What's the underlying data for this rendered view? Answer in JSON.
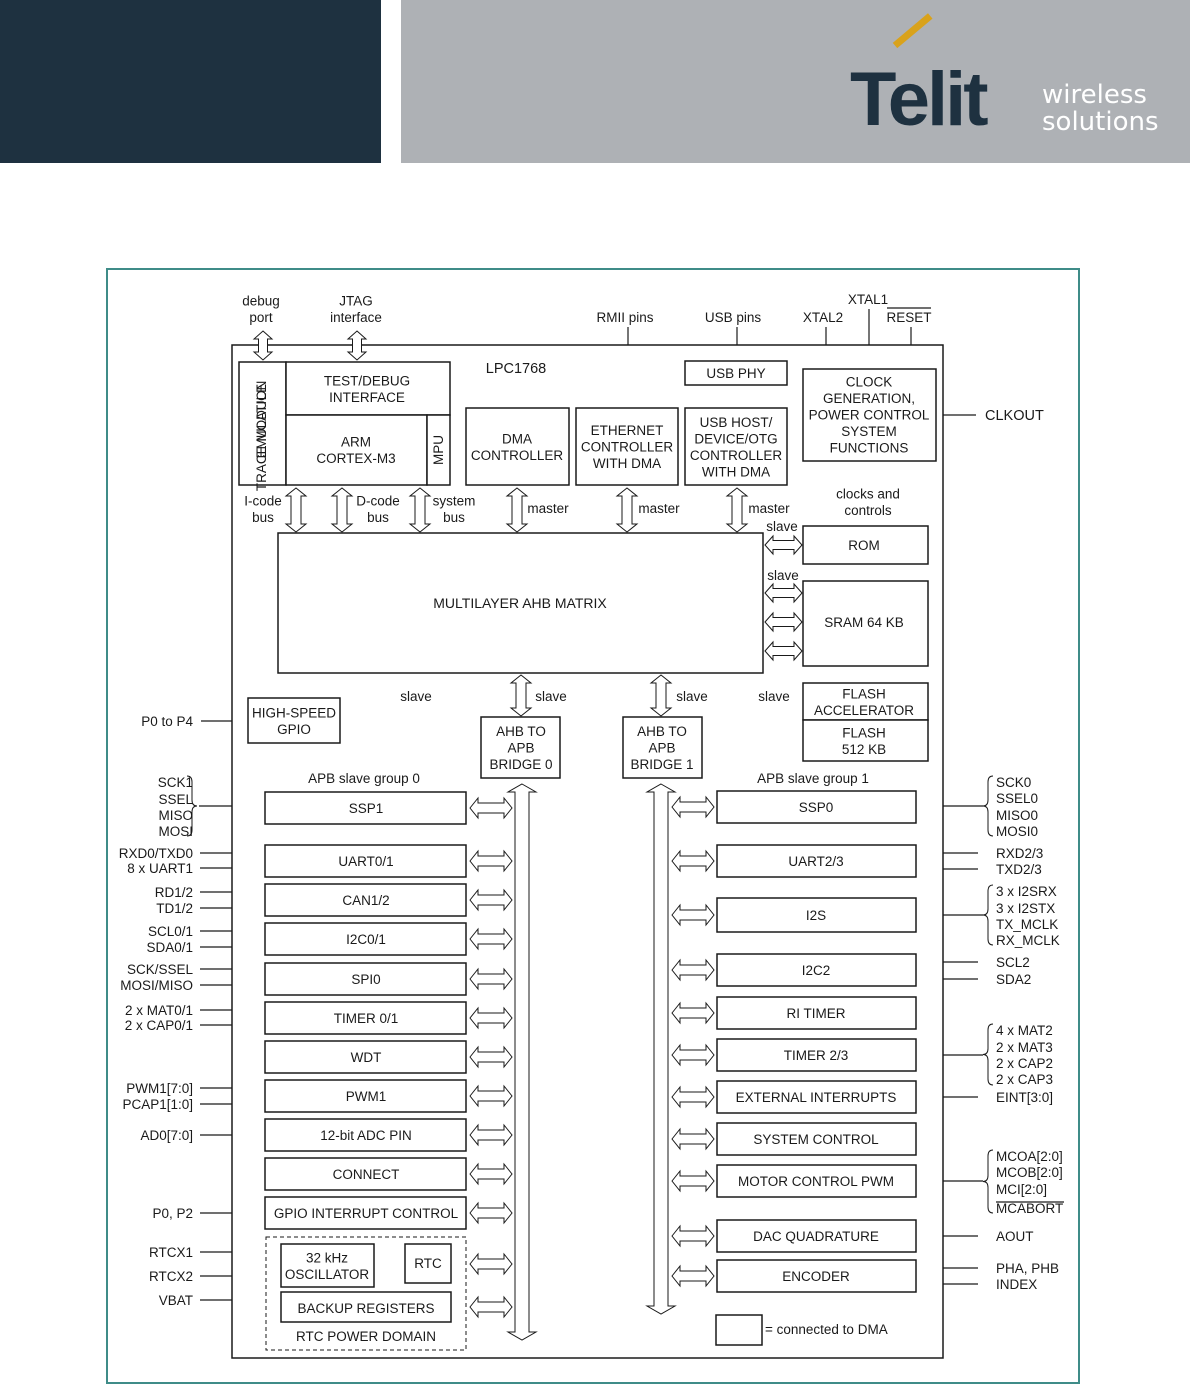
{
  "header": {
    "brand": "Telit",
    "tagline_1": "wireless",
    "tagline_2": "solutions",
    "colors": {
      "dark": "#1e3140",
      "gray": "#aeb1b5",
      "accent": "#d9a21b"
    }
  },
  "diagram": {
    "chip": "LPC1768",
    "top": {
      "debug_1": "debug",
      "debug_2": "port",
      "jtag_1": "JTAG",
      "jtag_2": "interface",
      "rmii": "RMII pins",
      "usb_pins": "USB pins",
      "xtal1": "XTAL1",
      "xtal2": "XTAL2",
      "reset": "RESET",
      "clkout": "CLKOUT",
      "clocks_1": "clocks and",
      "clocks_2": "controls"
    },
    "blocks": {
      "etm_1": "EMULATION",
      "etm_2": "TRACE MODULE",
      "test_1": "TEST/DEBUG",
      "test_2": "INTERFACE",
      "arm_1": "ARM",
      "arm_2": "CORTEX-M3",
      "mpu": "MPU",
      "dma_1": "DMA",
      "dma_2": "CONTROLLER",
      "eth_1": "ETHERNET",
      "eth_2": "CONTROLLER",
      "eth_3": "WITH DMA",
      "usbphy": "USB PHY",
      "usb_1": "USB HOST/",
      "usb_2": "DEVICE/OTG",
      "usb_3": "CONTROLLER",
      "usb_4": "WITH DMA",
      "clk_1": "CLOCK",
      "clk_2": "GENERATION,",
      "clk_3": "POWER CONTROL",
      "clk_4": "SYSTEM",
      "clk_5": "FUNCTIONS",
      "rom": "ROM",
      "sram": "SRAM 64 KB",
      "ahb": "MULTILAYER AHB MATRIX",
      "flashacc_1": "FLASH",
      "flashacc_2": "ACCELERATOR",
      "flash_1": "FLASH",
      "flash_2": "512 KB",
      "gpio_1": "HIGH-SPEED",
      "gpio_2": "GPIO",
      "br0_1": "AHB TO",
      "br0_2": "APB",
      "br0_3": "BRIDGE 0",
      "br1_1": "AHB TO",
      "br1_2": "APB",
      "br1_3": "BRIDGE 1",
      "osc_1": "32 kHz",
      "osc_2": "OSCILLATOR",
      "rtc": "RTC",
      "backup": "BACKUP REGISTERS",
      "rtcdomain": "RTC POWER DOMAIN"
    },
    "bus": {
      "icode_1": "I-code",
      "icode_2": "bus",
      "dcode_1": "D-code",
      "dcode_2": "bus",
      "sys_1": "system",
      "sys_2": "bus",
      "master": "master",
      "slave": "slave"
    },
    "group0": "APB slave group 0",
    "group1": "APB slave group 1",
    "left_periph": [
      "SSP1",
      "UART0/1",
      "CAN1/2",
      "I2C0/1",
      "SPI0",
      "TIMER 0/1",
      "WDT",
      "PWM1",
      "12-bit ADC PIN",
      "CONNECT",
      "GPIO INTERRUPT CONTROL"
    ],
    "right_periph": [
      "SSP0",
      "UART2/3",
      "I2S",
      "I2C2",
      "RI TIMER",
      "TIMER 2/3",
      "EXTERNAL INTERRUPTS",
      "SYSTEM CONTROL",
      "MOTOR CONTROL PWM",
      "DAC QUADRATURE",
      "ENCODER"
    ],
    "left_sig": {
      "p0p4": "P0 to P4",
      "ssp1": [
        "SCK1",
        "SSEL",
        "MISO",
        "MOSI"
      ],
      "uart": [
        "RXD0/TXD0",
        "8 x UART1"
      ],
      "can": [
        "RD1/2",
        "TD1/2"
      ],
      "i2c": [
        "SCL0/1",
        "SDA0/1"
      ],
      "spi": [
        "SCK/SSEL",
        "MOSI/MISO"
      ],
      "timer": [
        "2 x MAT0/1",
        "2 x CAP0/1"
      ],
      "pwm": [
        "PWM1[7:0]",
        "PCAP1[1:0]"
      ],
      "adc": "AD0[7:0]",
      "gpioint": "P0, P2",
      "rtc": [
        "RTCX1",
        "RTCX2",
        "VBAT"
      ]
    },
    "right_sig": {
      "ssp0": [
        "SCK0",
        "SSEL0",
        "MISO0",
        "MOSI0"
      ],
      "uart": [
        "RXD2/3",
        "TXD2/3"
      ],
      "i2s": [
        "3 x I2SRX",
        "3 x I2STX",
        "TX_MCLK",
        "RX_MCLK"
      ],
      "i2c": [
        "SCL2",
        "SDA2"
      ],
      "timer": [
        "4 x MAT2",
        "2 x MAT3",
        "2 x CAP2",
        "2 x CAP3"
      ],
      "eint": "EINT[3:0]",
      "mcpwm": [
        "MCOA[2:0]",
        "MCOB[2:0]",
        "MCI[2:0]",
        "MCABORT"
      ],
      "aout": "AOUT",
      "enc": [
        "PHA, PHB",
        "INDEX"
      ]
    },
    "legend": "= connected to DMA"
  }
}
